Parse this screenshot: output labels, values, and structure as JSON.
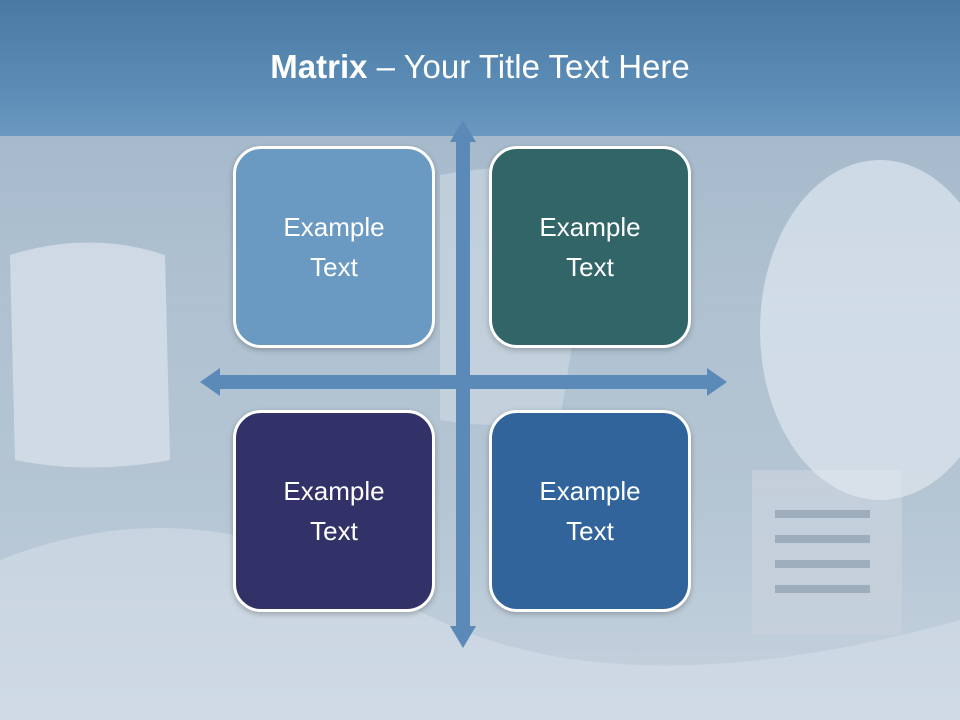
{
  "title": {
    "bold_part": "Matrix",
    "rest": " – Your Title Text Here"
  },
  "matrix": {
    "top_left": {
      "text": "Example Text",
      "color": "#6a9ac2"
    },
    "top_right": {
      "text": "Example Text",
      "color": "#326567"
    },
    "bottom_left": {
      "text": "Example Text",
      "color": "#333268"
    },
    "bottom_right": {
      "text": "Example Text",
      "color": "#31649a"
    }
  },
  "colors": {
    "title_band": "#5a8bb4",
    "axis": "#5b8ab8",
    "box_border": "#ffffff"
  }
}
